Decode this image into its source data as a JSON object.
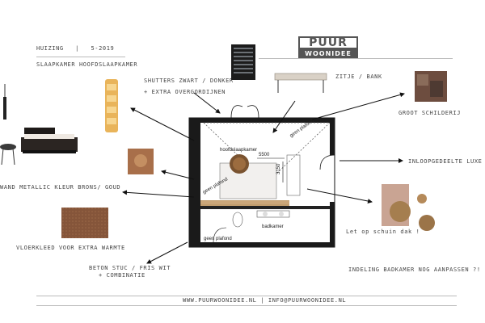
{
  "header": {
    "project": "HUIZING",
    "separator": "|",
    "date": "5-2019",
    "room": "SLAAPKAMER HOOFDSLAAPKAMER"
  },
  "logo": {
    "line1": "PUUR",
    "line2": "WOONIDEE"
  },
  "notes": {
    "shutters": "SHUTTERS ZWART / DONKER",
    "curtains": "+ EXTRA OVERGORDIJNEN",
    "bench": "ZITJE / BANK",
    "painting": "GROOT SCHILDERIJ",
    "walkin": "INLOOPGEDEELTE LUXE",
    "metallic": "WAND METALLIC KLEUR BRONS/ GOUD",
    "rug": "VLOERKLEED VOOR EXTRA WARMTE",
    "beton": "BETON STUC / FRIS WIT",
    "combinatie": "+ COMBINATIE",
    "slope": "Let op schuin dak !",
    "bathroom": "INDELING BADKAMER NOG AANPASSEN ?!"
  },
  "plan": {
    "room_label": "hoofdslaapkamer",
    "bathroom_label": "badkamer",
    "ceiling_top": "geen plafond",
    "ceiling_left": "geen plafond",
    "ceiling_bottom": "geen plafond",
    "dim_width": "5500",
    "dim_depth": "3150"
  },
  "footer": {
    "contact": "WWW.PUURWOONIDEE.NL | INFO@PUURWOONIDEE.NL"
  },
  "colors": {
    "wall": "#1a1a1a",
    "floor_wood": "#c9a77a",
    "bronze": "#b07a45",
    "rug": "#8a5a3a",
    "painting": "#6b4a3a"
  }
}
